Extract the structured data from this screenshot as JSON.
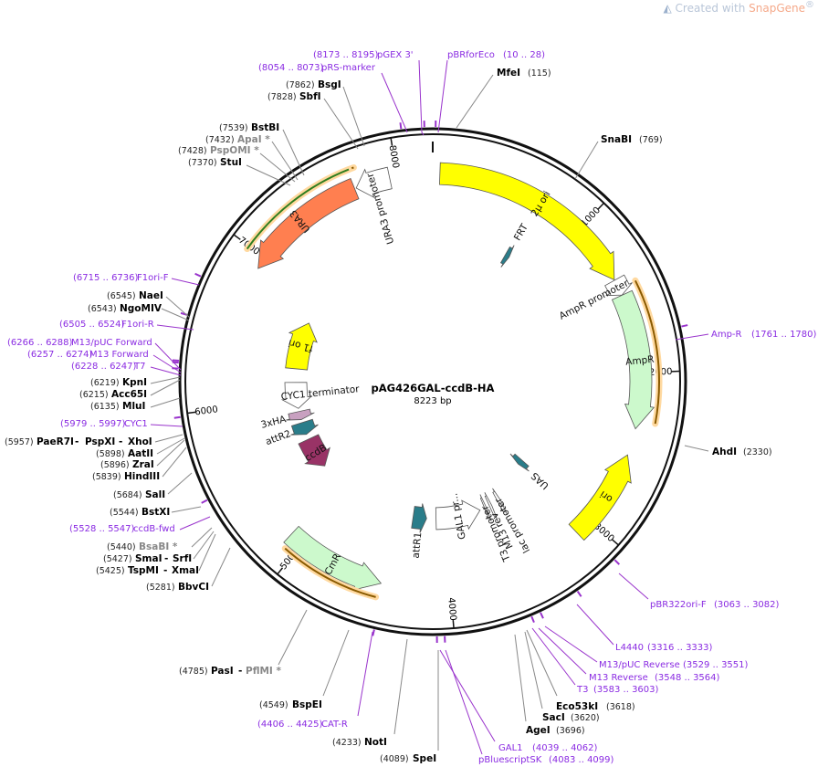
{
  "brand": {
    "prefix": "Created with ",
    "name": "SnapGene",
    "mark": "®"
  },
  "plasmid": {
    "name": "pAG426GAL-ccdB-HA",
    "length_label": "8223 bp",
    "length": 8223
  },
  "ticks": [
    {
      "pos": 1000,
      "label": "1000"
    },
    {
      "pos": 2000,
      "label": "2000"
    },
    {
      "pos": 3000,
      "label": "3000"
    },
    {
      "pos": 4000,
      "label": "4000"
    },
    {
      "pos": 5000,
      "label": "5000"
    },
    {
      "pos": 6000,
      "label": "6000"
    },
    {
      "pos": 7000,
      "label": "7000"
    },
    {
      "pos": 8000,
      "label": "8000"
    }
  ],
  "features": [
    {
      "name": "2μ ori",
      "start": 45,
      "end": 1387,
      "dir": 1,
      "color": "#ffff00",
      "label": "2μ ori"
    },
    {
      "name": "AmpR promoter",
      "start": 1390,
      "end": 1494,
      "dir": 1,
      "color": "#ffffff",
      "label": "AmpR promoter"
    },
    {
      "name": "AmpR",
      "start": 1495,
      "end": 2355,
      "dir": 1,
      "color": "#ccf9cc",
      "label": "AmpR"
    },
    {
      "name": "ori",
      "start": 2526,
      "end": 3114,
      "dir": -1,
      "color": "#ffff00",
      "label": "ori"
    },
    {
      "name": "lac promoter",
      "start": 3431,
      "end": 3461,
      "dir": -1,
      "color": "#ffffff",
      "label": "lac promoter"
    },
    {
      "name": "T3 promoter",
      "start": 3584,
      "end": 3602,
      "dir": -1,
      "color": "#ffffff",
      "label": "T3 promoter"
    },
    {
      "name": "GAL1 promoter",
      "start": 3650,
      "end": 4080,
      "dir": -1,
      "color": "#ffffff",
      "label": "GAL1 pr..."
    },
    {
      "name": "attR1",
      "start": 4170,
      "end": 4300,
      "dir": -1,
      "color": "#2a7d8a",
      "label": "attR1"
    },
    {
      "name": "CmR",
      "start": 4440,
      "end": 5090,
      "dir": -1,
      "color": "#ccf9cc",
      "label": "CmR"
    },
    {
      "name": "ccdB",
      "start": 5300,
      "end": 5600,
      "dir": -1,
      "color": "#993366",
      "label": "ccdB"
    },
    {
      "name": "attR2",
      "start": 5650,
      "end": 5770,
      "dir": -1,
      "color": "#2a7d8a",
      "label": "attR2"
    },
    {
      "name": "3xHA",
      "start": 5800,
      "end": 5880,
      "dir": -1,
      "color": "#c8a0c0",
      "label": "3xHA"
    },
    {
      "name": "CYC1 terminator",
      "start": 5910,
      "end": 6160,
      "dir": -1,
      "color": "#ffffff",
      "label": "CYC1 terminator"
    },
    {
      "name": "f1 ori",
      "start": 6290,
      "end": 6745,
      "dir": 1,
      "color": "#ffff00",
      "label": "f1 ori"
    },
    {
      "name": "URA3",
      "start": 6920,
      "end": 7720,
      "dir": -1,
      "color": "#ff7f50",
      "label": "URA3"
    },
    {
      "name": "URA3 promoter",
      "start": 7730,
      "end": 7950,
      "dir": -1,
      "color": "#ffffff",
      "label": "URA3 promoter"
    },
    {
      "name": "FRT",
      "start": 680,
      "end": 720,
      "dir": 1,
      "color": "#2a7d8a",
      "label": "FRT"
    },
    {
      "name": "UAS",
      "start": 3000,
      "end": 3060,
      "dir": 1,
      "color": "#2a7d8a",
      "label": "UAS"
    },
    {
      "name": "M13 rev",
      "start": 3529,
      "end": 3551,
      "dir": -1,
      "color": "#ffffff",
      "label": "M13 rev"
    }
  ],
  "enzymes": [
    {
      "name": "MfeI",
      "pos": "(115)",
      "gray": false
    },
    {
      "name": "SnaBI",
      "pos": "(769)",
      "gray": false
    },
    {
      "name": "AhdI",
      "pos": "(2330)",
      "gray": false
    },
    {
      "name": "Eco53kI",
      "pos": "(3618)",
      "gray": false
    },
    {
      "name": "SacI",
      "pos": "(3620)",
      "gray": false
    },
    {
      "name": "AgeI",
      "pos": "(3696)",
      "gray": false
    },
    {
      "name": "SpeI",
      "pos": "(4089)",
      "gray": false
    },
    {
      "name": "NotI",
      "pos": "(4233)",
      "gray": false
    },
    {
      "name": "BspEI",
      "pos": "(4549)",
      "gray": false
    },
    {
      "name": "PasI",
      "pos": "(4785)",
      "gray": false,
      "extra": "PflMI *"
    },
    {
      "name": "BbvCI",
      "pos": "(5281)",
      "gray": false
    },
    {
      "name": "TspMI",
      "pos": "(5425)",
      "gray": false,
      "extra": "XmaI"
    },
    {
      "name": "SmaI",
      "pos": "(5427)",
      "gray": false,
      "extra": "SrfI"
    },
    {
      "name": "BsaBI *",
      "pos": "(5440)",
      "gray": true
    },
    {
      "name": "BstXI",
      "pos": "(5544)",
      "gray": false
    },
    {
      "name": "SalI",
      "pos": "(5684)",
      "gray": false
    },
    {
      "name": "HindIII",
      "pos": "(5839)",
      "gray": false
    },
    {
      "name": "ZraI",
      "pos": "(5896)",
      "gray": false
    },
    {
      "name": "AatII",
      "pos": "(5898)",
      "gray": false
    },
    {
      "name": "PaeR7I",
      "pos": "(5957)",
      "gray": false,
      "extra": "PspXI",
      "extra2": "XhoI"
    },
    {
      "name": "MluI",
      "pos": "(6135)",
      "gray": false
    },
    {
      "name": "Acc65I",
      "pos": "(6215)",
      "gray": false
    },
    {
      "name": "KpnI",
      "pos": "(6219)",
      "gray": false
    },
    {
      "name": "NgoMIV",
      "pos": "(6543)",
      "gray": false
    },
    {
      "name": "NaeI",
      "pos": "(6545)",
      "gray": false
    },
    {
      "name": "StuI",
      "pos": "(7370)",
      "gray": false
    },
    {
      "name": "PspOMI *",
      "pos": "(7428)",
      "gray": true
    },
    {
      "name": "ApaI *",
      "pos": "(7432)",
      "gray": true
    },
    {
      "name": "BstBI",
      "pos": "(7539)",
      "gray": false
    },
    {
      "name": "SbfI",
      "pos": "(7828)",
      "gray": false
    },
    {
      "name": "BsgI",
      "pos": "(7862)",
      "gray": false
    }
  ],
  "primers": [
    {
      "name": "pGEX 3'",
      "range": "(8173 .. 8195)"
    },
    {
      "name": "pRS-marker",
      "range": "(8054 .. 8073)"
    },
    {
      "name": "pBRforEco",
      "range": "(10 .. 28)"
    },
    {
      "name": "Amp-R",
      "range": "(1761 .. 1780)"
    },
    {
      "name": "pBR322ori-F",
      "range": "(3063 .. 3082)"
    },
    {
      "name": "L4440",
      "range": "(3316 .. 3333)"
    },
    {
      "name": "M13/pUC Reverse",
      "range": "(3529 .. 3551)"
    },
    {
      "name": "M13 Reverse",
      "range": "(3548 .. 3564)"
    },
    {
      "name": "T3",
      "range": "(3583 .. 3603)"
    },
    {
      "name": "GAL1",
      "range": "(4039 .. 4062)"
    },
    {
      "name": "pBluescriptSK",
      "range": "(4083 .. 4099)"
    },
    {
      "name": "CAT-R",
      "range": "(4406 .. 4425)"
    },
    {
      "name": "ccdB-fwd",
      "range": "(5528 .. 5547)"
    },
    {
      "name": "CYC1",
      "range": "(5979 .. 5997)"
    },
    {
      "name": "T7",
      "range": "(6228 .. 6247)"
    },
    {
      "name": "M13 Forward",
      "range": "(6257 .. 6274)"
    },
    {
      "name": "M13/pUC Forward",
      "range": "(6266 .. 6288)"
    },
    {
      "name": "F1ori-R",
      "range": "(6505 .. 6524)"
    },
    {
      "name": "F1ori-F",
      "range": "(6715 .. 6736)"
    }
  ]
}
